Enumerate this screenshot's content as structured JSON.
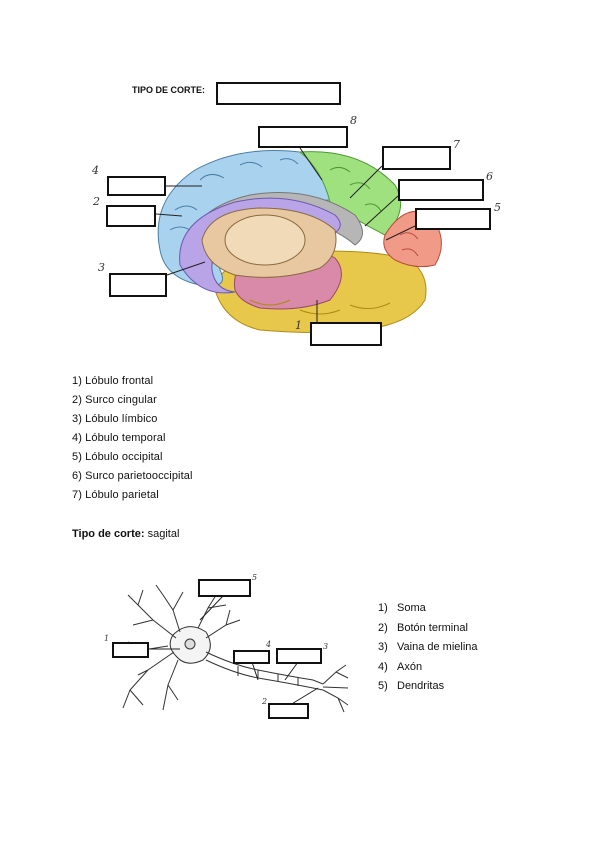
{
  "brain_section": {
    "header_label": "TIPO DE CORTE:",
    "callout_numbers": [
      "1",
      "2",
      "3",
      "4",
      "5",
      "6",
      "7",
      "8"
    ],
    "legend": [
      "1) Lóbulo frontal",
      "2) Surco cingular",
      "3) Lóbulo límbico",
      "4) Lóbulo temporal",
      "5) Lóbulo occipital",
      "6) Surco parietooccipital",
      "7) Lóbulo parietal"
    ],
    "answer_label": "Tipo de corte:",
    "answer_value": " sagital",
    "colors": {
      "frontal": "#a9d2ee",
      "limbic": "#b8a4e6",
      "cingulate_gray": "#b6b6b6",
      "parietal": "#9fe07f",
      "occipital": "#f19a88",
      "temporal": "#e7c84a",
      "brainstem": "#d98aa8",
      "thalamus": "#e8c8a0"
    }
  },
  "neuron_section": {
    "callout_numbers": [
      "1",
      "2",
      "3",
      "4",
      "5"
    ],
    "list_numbers": [
      "1)",
      "2)",
      "3)",
      "4)",
      "5)"
    ],
    "list": [
      "Soma",
      "Botón terminal",
      "Vaina de mielina",
      "Axón",
      "Dendritas"
    ]
  }
}
